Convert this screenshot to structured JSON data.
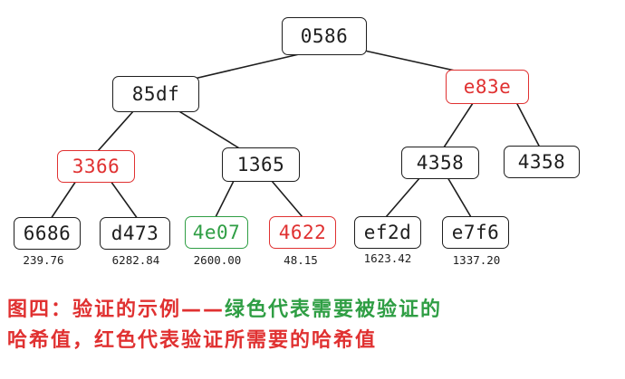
{
  "tree": {
    "nodes": {
      "root": {
        "label": "0586",
        "color": "black"
      },
      "n85df": {
        "label": "85df",
        "color": "black"
      },
      "e83e": {
        "label": "e83e",
        "color": "red"
      },
      "n3366": {
        "label": "3366",
        "color": "red"
      },
      "n1365": {
        "label": "1365",
        "color": "black"
      },
      "n4358a": {
        "label": "4358",
        "color": "black"
      },
      "n4358b": {
        "label": "4358",
        "color": "black"
      },
      "n6686": {
        "label": "6686",
        "color": "black"
      },
      "d473": {
        "label": "d473",
        "color": "black"
      },
      "n4e07": {
        "label": "4e07",
        "color": "green"
      },
      "n4622": {
        "label": "4622",
        "color": "red"
      },
      "ef2d": {
        "label": "ef2d",
        "color": "black"
      },
      "e7f6": {
        "label": "e7f6",
        "color": "black"
      }
    },
    "leaf_values": {
      "n6686": "239.76",
      "d473": "6282.84",
      "n4e07": "2600.00",
      "n4622": "48.15",
      "ef2d": "1623.42",
      "e7f6": "1337.20"
    }
  },
  "caption": {
    "part1": "图四：验证的示例——",
    "part2": "绿色代表需要被验证的",
    "part3": "哈希值，红色代表验证所需要的哈希值"
  },
  "colors": {
    "black": "#1e1e1e",
    "red": "#e03131",
    "green": "#2f9e44"
  }
}
